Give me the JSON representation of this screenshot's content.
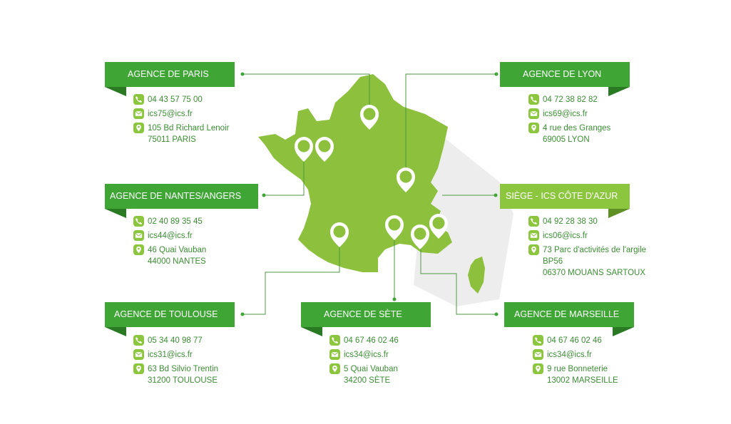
{
  "colors": {
    "brand": "#3fa535",
    "accent": "#8cc63f",
    "map": "#8dc03c",
    "text": "#3a8f32"
  },
  "agencies": {
    "paris": {
      "title": "AGENCE DE PARIS",
      "phone": "04 43 57 75 00",
      "email": "ics75@ics.fr",
      "address1": "105 Bd Richard Lenoir",
      "address2": "75011  PARIS"
    },
    "lyon": {
      "title": "AGENCE DE LYON",
      "phone": "04 72 38 82 82",
      "email": "ics69@ics.fr",
      "address1": "4 rue des Granges",
      "address2": "69005     LYON"
    },
    "nantes": {
      "title": "AGENCE DE NANTES/ANGERS",
      "phone": "02 40 89 35 45",
      "email": "ics44@ics.fr",
      "address1": "46 Quai Vauban",
      "address2": "44000     NANTES"
    },
    "siege": {
      "title": "SIÈGE - ICS CÔTE D'AZUR",
      "phone": "04 92 28 38 30",
      "email": "ics06@ics.fr",
      "address1": "73 Parc d'activités de l'argile",
      "address2": "BP56",
      "address3": "06370 MOUANS SARTOUX"
    },
    "toulouse": {
      "title": "AGENCE DE TOULOUSE",
      "phone": "05 34 40 98 77",
      "email": "ics31@ics.fr",
      "address1": "63 Bd Silvio Trentin",
      "address2": "31200    TOULOUSE"
    },
    "sete": {
      "title": "AGENCE DE SÈTE",
      "phone": "04 67 46 02 46",
      "email": "ics34@ics.fr",
      "address1": "5 Quai Vauban",
      "address2": "34200     SÈTE"
    },
    "marseille": {
      "title": "AGENCE DE MARSEILLE",
      "phone": "04 67 46 02 46",
      "email": "ics34@ics.fr",
      "address1": "9 rue Bonneterie",
      "address2": "13002     MARSEILLE"
    }
  }
}
